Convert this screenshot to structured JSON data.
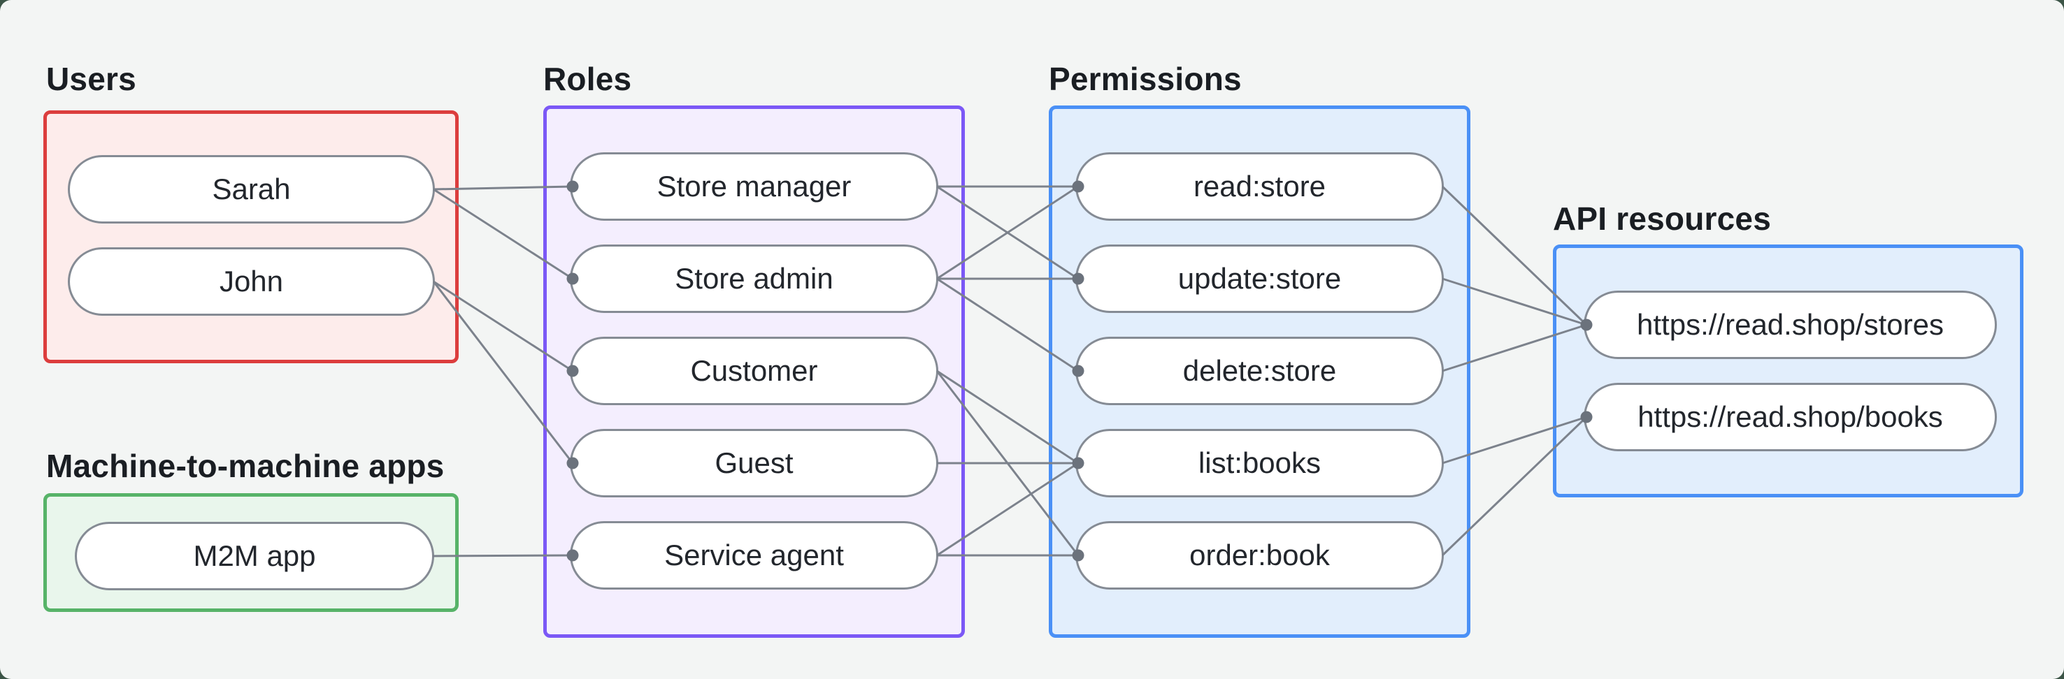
{
  "style": {
    "canvas_background": "#f3f5f4",
    "backdrop_color": "#3c5547",
    "edge_color": "#7c828c",
    "dot_color": "#6b727c",
    "pill_border": "#858b94",
    "pill_fill": "#ffffff",
    "pill_text": "#22262c",
    "label_text": "#1a1e23"
  },
  "groups": [
    {
      "id": "users",
      "label": "Users",
      "border": "#dc3d3d",
      "fill": "#fdeceb",
      "nodes": [
        "sarah",
        "john"
      ]
    },
    {
      "id": "m2m",
      "label": "Machine-to-machine apps",
      "border": "#57b368",
      "fill": "#e9f6ec",
      "nodes": [
        "m2m-app"
      ]
    },
    {
      "id": "roles",
      "label": "Roles",
      "border": "#7b58f6",
      "fill": "#f4eefe",
      "nodes": [
        "store-manager",
        "store-admin",
        "customer",
        "guest",
        "service-agent"
      ]
    },
    {
      "id": "permissions",
      "label": "Permissions",
      "border": "#4a90f6",
      "fill": "#e2eefc",
      "nodes": [
        "read-store",
        "update-store",
        "delete-store",
        "list-books",
        "order-book"
      ]
    },
    {
      "id": "api",
      "label": "API resources",
      "border": "#4a90f6",
      "fill": "#e2eefc",
      "nodes": [
        "api-stores",
        "api-books"
      ]
    }
  ],
  "nodes": {
    "sarah": "Sarah",
    "john": "John",
    "m2m-app": "M2M app",
    "store-manager": "Store manager",
    "store-admin": "Store admin",
    "customer": "Customer",
    "guest": "Guest",
    "service-agent": "Service agent",
    "read-store": "read:store",
    "update-store": "update:store",
    "delete-store": "delete:store",
    "list-books": "list:books",
    "order-book": "order:book",
    "api-stores": "https://read.shop/stores",
    "api-books": "https://read.shop/books"
  },
  "edges": [
    [
      "sarah",
      "store-manager"
    ],
    [
      "sarah",
      "store-admin"
    ],
    [
      "john",
      "customer"
    ],
    [
      "john",
      "guest"
    ],
    [
      "m2m-app",
      "service-agent"
    ],
    [
      "store-manager",
      "read-store"
    ],
    [
      "store-manager",
      "update-store"
    ],
    [
      "store-admin",
      "read-store"
    ],
    [
      "store-admin",
      "update-store"
    ],
    [
      "store-admin",
      "delete-store"
    ],
    [
      "customer",
      "list-books"
    ],
    [
      "customer",
      "order-book"
    ],
    [
      "guest",
      "list-books"
    ],
    [
      "service-agent",
      "list-books"
    ],
    [
      "service-agent",
      "order-book"
    ],
    [
      "read-store",
      "api-stores"
    ],
    [
      "update-store",
      "api-stores"
    ],
    [
      "delete-store",
      "api-stores"
    ],
    [
      "list-books",
      "api-books"
    ],
    [
      "order-book",
      "api-books"
    ]
  ]
}
